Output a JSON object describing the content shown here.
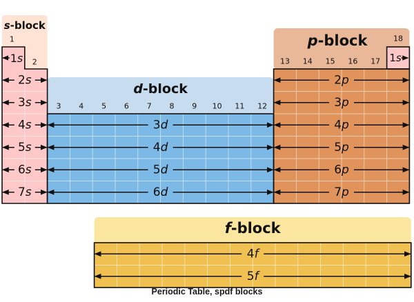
{
  "diagram": {
    "title_s": {
      "italic": "s",
      "rest": "-block"
    },
    "title_p": {
      "italic": "p",
      "rest": "-block"
    },
    "title_d": {
      "italic": "d",
      "rest": "-block"
    },
    "title_f": {
      "italic": "f",
      "rest": "-block"
    },
    "groups": [
      "1",
      "2",
      "3",
      "4",
      "5",
      "6",
      "7",
      "8",
      "9",
      "10",
      "11",
      "12",
      "13",
      "14",
      "15",
      "16",
      "17",
      "18"
    ],
    "s_rows": [
      {
        "n": "1",
        "l": "s"
      },
      {
        "n": "2",
        "l": "s"
      },
      {
        "n": "3",
        "l": "s"
      },
      {
        "n": "4",
        "l": "s"
      },
      {
        "n": "5",
        "l": "s"
      },
      {
        "n": "6",
        "l": "s"
      },
      {
        "n": "7",
        "l": "s"
      }
    ],
    "he_label": {
      "n": "1",
      "l": "s"
    },
    "p_rows": [
      {
        "n": "2",
        "l": "p"
      },
      {
        "n": "3",
        "l": "p"
      },
      {
        "n": "4",
        "l": "p"
      },
      {
        "n": "5",
        "l": "p"
      },
      {
        "n": "6",
        "l": "p"
      },
      {
        "n": "7",
        "l": "p"
      }
    ],
    "d_rows": [
      {
        "n": "3",
        "l": "d"
      },
      {
        "n": "4",
        "l": "d"
      },
      {
        "n": "5",
        "l": "d"
      },
      {
        "n": "6",
        "l": "d"
      }
    ],
    "f_rows": [
      {
        "n": "4",
        "l": "f"
      },
      {
        "n": "5",
        "l": "f"
      }
    ],
    "colors": {
      "s_cell": "#ffc8c8",
      "s_header": "#ffe4d6",
      "p_cell": "#e0935a",
      "p_header": "#e8b898",
      "d_cell": "#7db9e6",
      "d_header": "#c8dcf0",
      "f_cell": "#f0c050",
      "f_header": "#fbe6a0",
      "grid": "#ffffff",
      "line": "#111111"
    }
  },
  "caption": "Periodic Table, spdf blocks"
}
